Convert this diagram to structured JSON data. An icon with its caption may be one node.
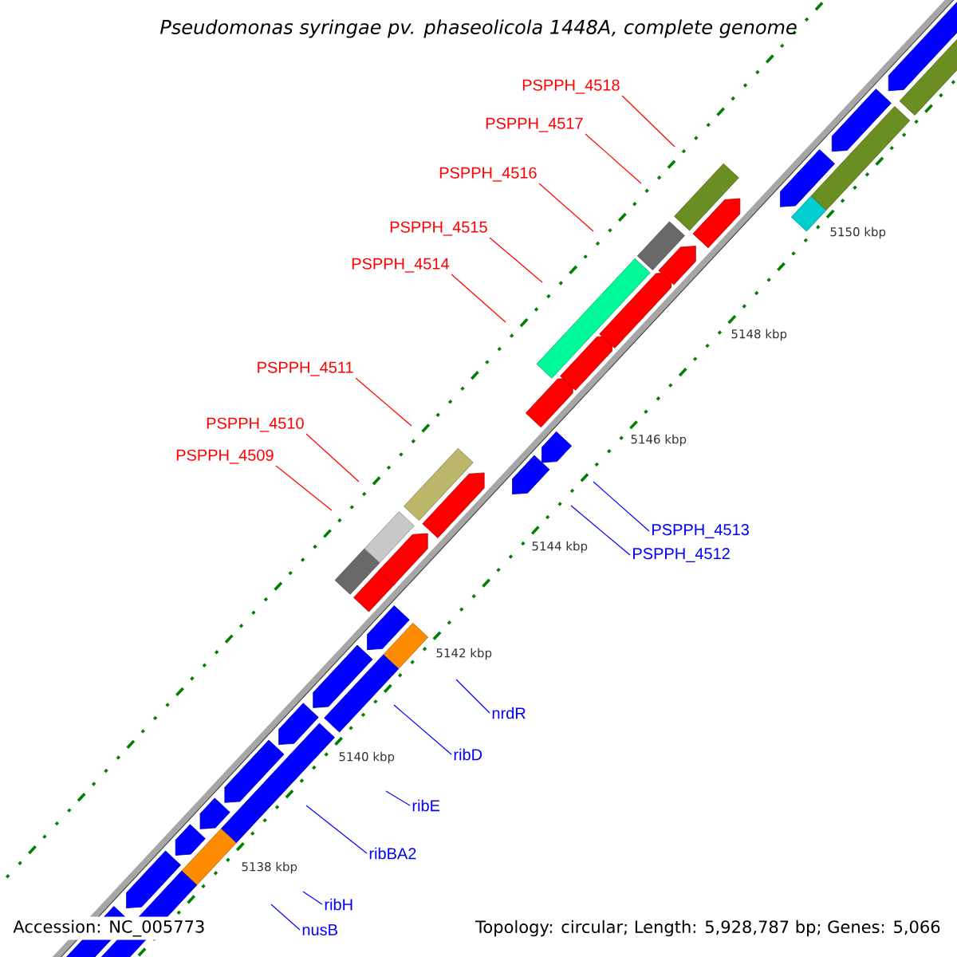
{
  "diagram": {
    "title": "Pseudomonas syringae pv. phaseolicola 1448A, complete genome",
    "nodes": [
      {
        "text": [
          "PSPPH_4518"
        ]
      },
      {
        "text": [
          "PSPPH_4517"
        ]
      },
      {
        "text": [
          "PSPPH_4516"
        ]
      },
      {
        "text": [
          "PSPPH_4515"
        ]
      },
      {
        "text": [
          "PSPPH_4514"
        ]
      },
      {
        "text": [
          "PSPPH_4511"
        ]
      },
      {
        "text": [
          "PSPPH_4510"
        ]
      },
      {
        "text": [
          "PSPPH_4509"
        ]
      },
      {
        "text": [
          "PSPPH_4513"
        ]
      },
      {
        "text": [
          "PSPPH_4512"
        ]
      },
      {
        "text": [
          "nrdR"
        ]
      },
      {
        "text": [
          "ribD"
        ]
      },
      {
        "text": [
          "ribE"
        ]
      },
      {
        "text": [
          "ribBA2"
        ]
      },
      {
        "text": [
          "ribH"
        ]
      },
      {
        "text": [
          "nusB"
        ]
      }
    ],
    "edges": [
      {
        "from": 0,
        "to": null,
        "arrow": "none",
        "color": "#ff0000"
      },
      {
        "from": 1,
        "to": null,
        "arrow": "none",
        "color": "#ff0000"
      },
      {
        "from": 2,
        "to": null,
        "arrow": "none",
        "color": "#ff0000"
      },
      {
        "from": 3,
        "to": null,
        "arrow": "none",
        "color": "#ff0000"
      },
      {
        "from": 4,
        "to": null,
        "arrow": "none",
        "color": "#ff0000"
      },
      {
        "from": 5,
        "to": null,
        "arrow": "none",
        "color": "#ff0000"
      },
      {
        "from": 6,
        "to": null,
        "arrow": "none",
        "color": "#ff0000"
      },
      {
        "from": 7,
        "to": null,
        "arrow": "none",
        "color": "#ff0000"
      },
      {
        "from": 8,
        "to": null,
        "arrow": "none",
        "color": "#0000ff"
      },
      {
        "from": 9,
        "to": null,
        "arrow": "none",
        "color": "#0000ff"
      },
      {
        "from": 10,
        "to": null,
        "arrow": "none",
        "color": "#0000ff"
      },
      {
        "from": 11,
        "to": null,
        "arrow": "none",
        "color": "#0000ff"
      },
      {
        "from": 12,
        "to": null,
        "arrow": "none",
        "color": "#0000ff"
      },
      {
        "from": 13,
        "to": null,
        "arrow": "none",
        "color": "#0000ff"
      },
      {
        "from": 14,
        "to": null,
        "arrow": "none",
        "color": "#0000ff"
      },
      {
        "from": 15,
        "to": null,
        "arrow": "none",
        "color": "#0000ff"
      }
    ],
    "labels": [
      "5150 kbp",
      "5148 kbp",
      "5146 kbp",
      "5144 kbp",
      "5142 kbp",
      "5140 kbp",
      "5138 kbp",
      "Accession: NC_005773",
      "Topology: circular; Length: 5,928,787 bp; Genes: 5,066"
    ]
  }
}
